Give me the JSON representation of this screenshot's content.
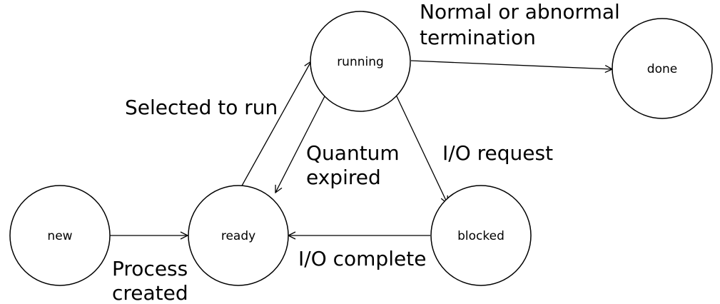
{
  "states": {
    "new": "new",
    "ready": "ready",
    "running": "running",
    "blocked": "blocked",
    "done": "done"
  },
  "transitions": {
    "new_ready": [
      "Process",
      "created"
    ],
    "ready_running": [
      "Selected to run"
    ],
    "running_ready": [
      "Quantum",
      "expired"
    ],
    "running_blocked": [
      "I/O request"
    ],
    "blocked_ready": [
      "I/O complete"
    ],
    "running_done": [
      "Normal or abnormal",
      "termination"
    ]
  },
  "colors": {
    "stroke": "#000000",
    "background": "#ffffff"
  }
}
